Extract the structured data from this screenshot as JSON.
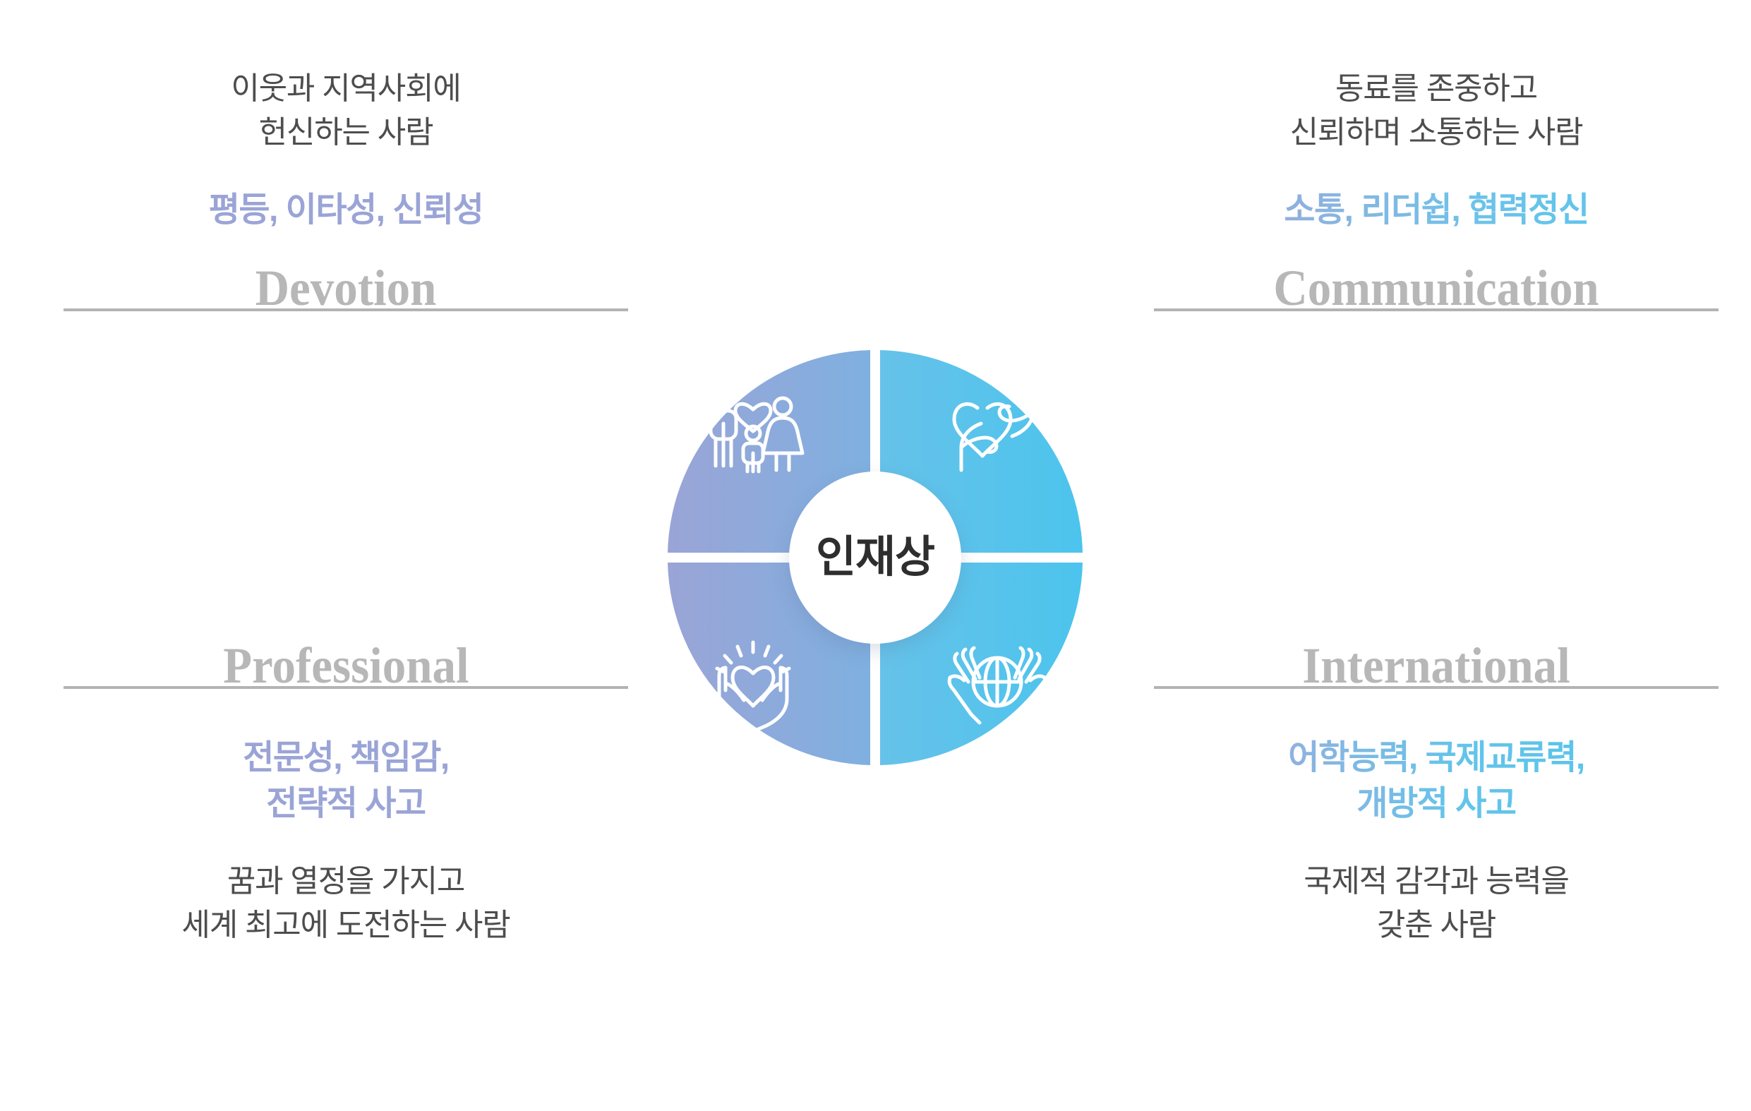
{
  "center": {
    "label": "인재상"
  },
  "colors": {
    "periwinkle": "#9aa4d6",
    "blue": "#7fa7dc",
    "cyan": "#52c5ec",
    "gray_text": "#4d4d4d",
    "gray_label": "#b7b7b7",
    "rule": "#b3b3b3",
    "center_text": "#2e2e2e"
  },
  "quadrants": [
    {
      "id": "devotion",
      "position": "top-left",
      "english": "Devotion",
      "keywords": "평등, 이타성, 신뢰성",
      "description": "이웃과 지역사회에\n헌신하는 사람",
      "icon": "family-heart-icon",
      "segment_color": "#9aa4d6"
    },
    {
      "id": "communication",
      "position": "top-right",
      "english": "Communication",
      "keywords": "소통, 리더쉽, 협력정신",
      "description": "동료를 존중하고\n신뢰하며 소통하는 사람",
      "icon": "handshake-heart-icon",
      "segment_color": "#52c5ec"
    },
    {
      "id": "professional",
      "position": "bottom-left",
      "english": "Professional",
      "keywords": "전문성, 책임감,\n전략적 사고",
      "description": "꿈과 열정을 가지고\n세계 최고에 도전하는 사람",
      "icon": "hands-heart-icon",
      "segment_color": "#8fa8dc"
    },
    {
      "id": "international",
      "position": "bottom-right",
      "english": "International",
      "keywords": "어학능력, 국제교류력,\n개방적 사고",
      "description": "국제적 감각과 능력을\n갖춘 사람",
      "icon": "hands-globe-icon",
      "segment_color": "#52c5ec"
    }
  ],
  "chart_data": {
    "type": "pie",
    "title": "인재상",
    "categories": [
      "Devotion",
      "Communication",
      "Professional",
      "International"
    ],
    "values": [
      25,
      25,
      25,
      25
    ],
    "labels_ko": [
      "평등, 이타성, 신뢰성",
      "소통, 리더쉽, 협력정신",
      "전문성, 책임감, 전략적 사고",
      "어학능력, 국제교류력, 개방적 사고"
    ],
    "colors": [
      "#9aa4d6",
      "#52c5ec",
      "#8fa8dc",
      "#52c5ec"
    ],
    "legend": "none",
    "donut": true
  }
}
